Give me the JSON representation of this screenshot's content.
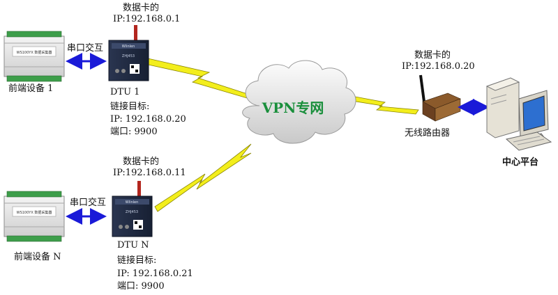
{
  "vpn_cloud": {
    "label": "VPN专网",
    "color": "#1a8f3c"
  },
  "dtu1": {
    "card_caption": "数据卡的",
    "card_ip": "IP:192.168.0.1",
    "name": "DTU 1",
    "target_title": "链接目标:",
    "target_ip": "IP:  192.168.0.20",
    "target_port": "端口:  9900",
    "device_brand": "Wlinlen",
    "device_model": "ZHJ453"
  },
  "dtuN": {
    "card_caption": "数据卡的",
    "card_ip": "IP:192.168.0.11",
    "name": "DTU N",
    "target_title": "链接目标:",
    "target_ip": "IP:  192.168.0.21",
    "target_port": "端口:  9900",
    "device_brand": "Wlinlen",
    "device_model": "ZHJ453"
  },
  "front_device_1": {
    "label": "前端设备 1",
    "panel_text": "WS100YX 数据采集器"
  },
  "front_device_n": {
    "label": "前端设备 N",
    "panel_text": "WS100YX 数据采集器"
  },
  "serial_link_1": {
    "label": "串口交互"
  },
  "serial_link_n": {
    "label": "串口交互"
  },
  "router": {
    "caption": "数据卡的",
    "ip": "IP:192.168.0.20",
    "label": "无线路由器"
  },
  "center": {
    "label": "中心平台"
  },
  "colors": {
    "arrow": "#1a1ad8",
    "lightning": "#f3ee1c",
    "lightning_edge": "#8a8600"
  }
}
